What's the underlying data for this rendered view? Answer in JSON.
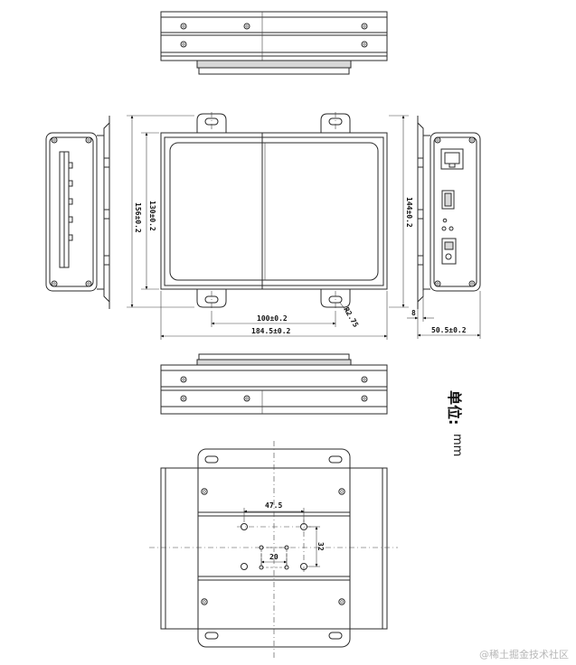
{
  "dimensions": {
    "width_total": "184.5±0.2",
    "hole_spacing": "100±0.2",
    "height_outer": "156±0.2",
    "height_inner": "130±0.2",
    "height_right": "144±0.2",
    "depth": "50.5±0.2",
    "bracket": "8",
    "hole_radius": "R2.75",
    "bottom_hole_spacing_x": "47.5",
    "bottom_small_spacing": "20",
    "bottom_hole_spacing_y": "32"
  },
  "unit": {
    "label": "单位:",
    "value": "mm"
  },
  "watermark": "@稀土掘金技术社区"
}
